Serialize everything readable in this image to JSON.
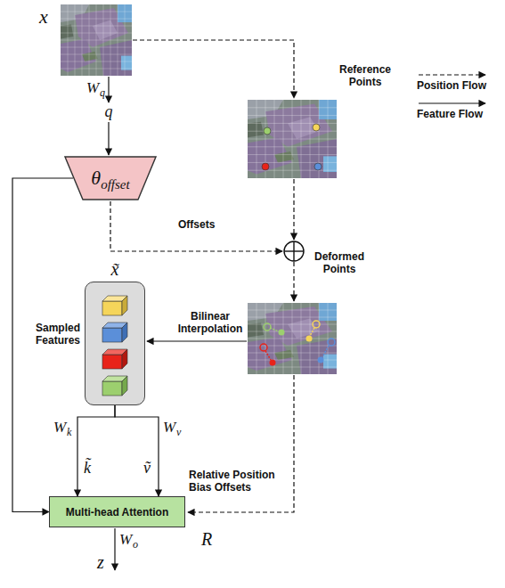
{
  "diagram": {
    "nodes": [
      {
        "text": [
          "θ",
          "offset"
        ]
      },
      {
        "text": [
          "Sampled Features"
        ]
      },
      {
        "text": [
          "Multi-head Attention"
        ]
      }
    ],
    "edges": [
      {
        "from": 0,
        "to": 2,
        "arrow": "to"
      },
      {
        "from": 1,
        "to": 2,
        "arrow": "to"
      },
      {
        "from": 1,
        "to": 2,
        "arrow": "to"
      }
    ],
    "labels": [
      "x",
      "W",
      "q",
      "q",
      "Reference Points",
      "Offsets",
      "Deformed Points",
      "Bilinear Interpolation",
      "x̃",
      "W",
      "k",
      "k̃",
      "W",
      "v",
      "ṽ",
      "Relative Position Bias Offsets",
      "R",
      "W",
      "o",
      "z"
    ],
    "legend": [
      {
        "text": "Position Flow"
      },
      {
        "text": "Feature Flow"
      }
    ]
  }
}
